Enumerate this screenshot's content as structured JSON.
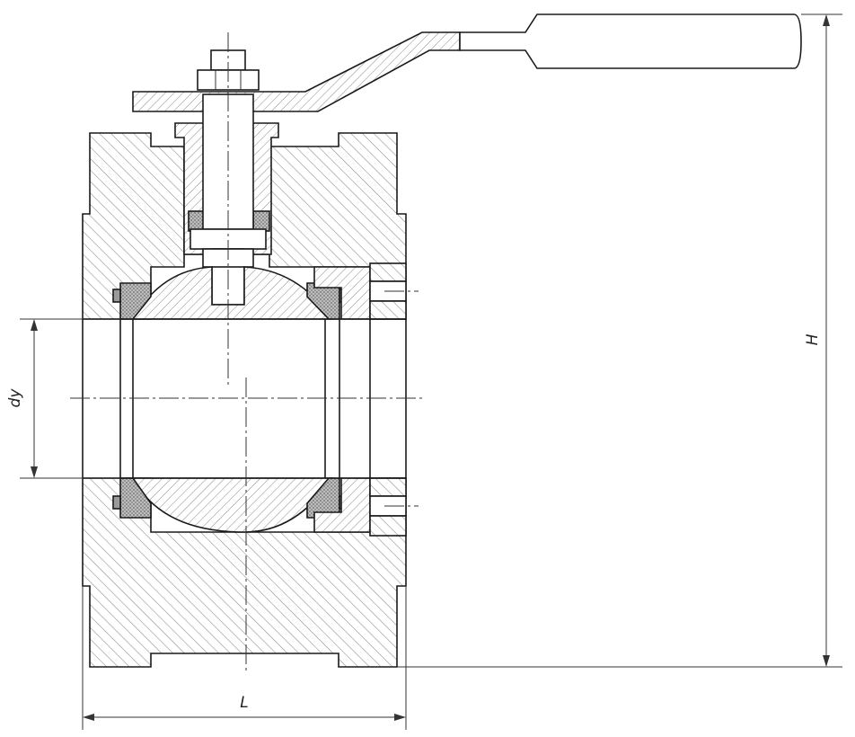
{
  "dimensions": {
    "length_label": "L",
    "height_label": "H",
    "diameter_label": "dy"
  },
  "colors": {
    "line": "#1a1a1a",
    "hatch": "#8a8a8a",
    "seal": "#9a9a9a",
    "background": "#ffffff"
  }
}
